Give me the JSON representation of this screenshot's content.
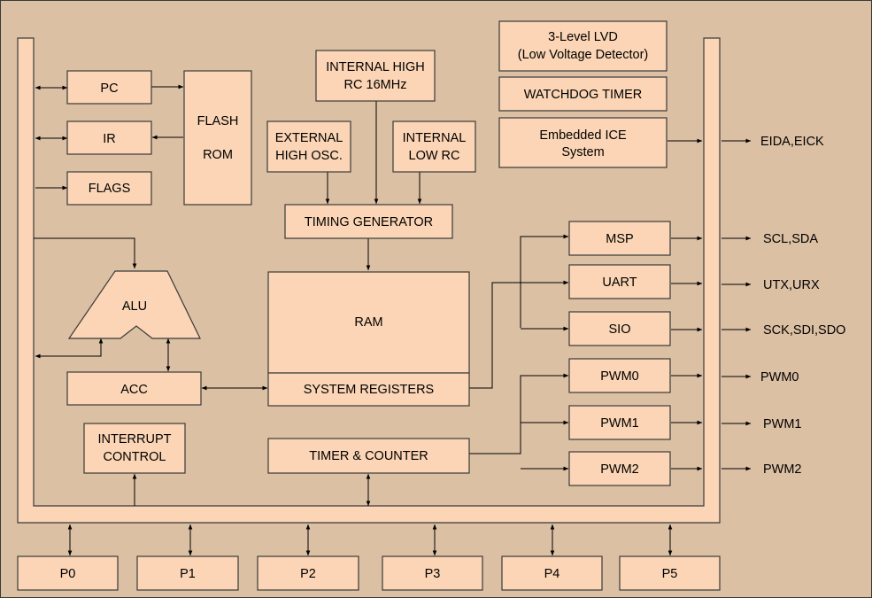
{
  "diagram": {
    "blocks": {
      "pc": "PC",
      "ir": "IR",
      "flags": "FLAGS",
      "flash_rom": [
        "FLASH",
        "ROM"
      ],
      "internal_high_rc": [
        "INTERNAL HIGH",
        "RC 16MHz"
      ],
      "external_high_osc": [
        "EXTERNAL",
        "HIGH OSC."
      ],
      "internal_low_rc": [
        "INTERNAL",
        "LOW RC"
      ],
      "lvd": [
        "3-Level LVD",
        "(Low Voltage Detector)"
      ],
      "watchdog": "WATCHDOG TIMER",
      "ice": [
        "Embedded ICE",
        "System"
      ],
      "timing_generator": "TIMING GENERATOR",
      "alu": "ALU",
      "ram": "RAM",
      "system_registers": "SYSTEM REGISTERS",
      "acc": "ACC",
      "interrupt_control": [
        "INTERRUPT",
        "CONTROL"
      ],
      "timer_counter": "TIMER & COUNTER",
      "msp": "MSP",
      "uart": "UART",
      "sio": "SIO",
      "pwm0": "PWM0",
      "pwm1": "PWM1",
      "pwm2": "PWM2"
    },
    "ports": [
      "P0",
      "P1",
      "P2",
      "P3",
      "P4",
      "P5"
    ],
    "signals": {
      "ice": "EIDA,EICK",
      "msp": "SCL,SDA",
      "uart": "UTX,URX",
      "sio": "SCK,SDI,SDO",
      "pwm0": "PWM0",
      "pwm1": "PWM1",
      "pwm2": "PWM2"
    },
    "colors": {
      "background": "#dcc0a4",
      "block_fill": "#fbd5b5",
      "stroke": "#3a3a3a"
    }
  }
}
